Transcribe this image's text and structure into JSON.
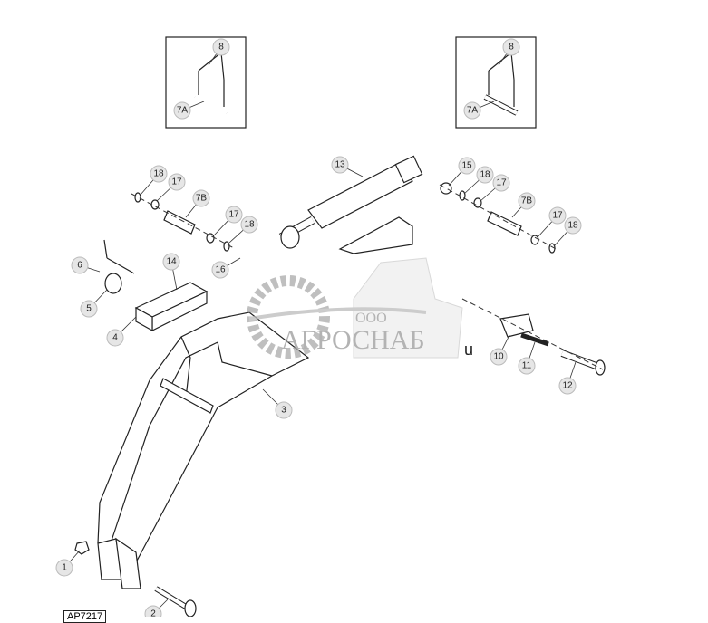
{
  "diagram": {
    "reference_code": "AP7217",
    "callouts": [
      "8",
      "7A",
      "8",
      "7A",
      "13",
      "15",
      "18",
      "17",
      "7B",
      "17",
      "18",
      "18",
      "17",
      "7B",
      "17",
      "18",
      "16",
      "14",
      "6",
      "5",
      "4",
      "3",
      "10",
      "11",
      "12",
      "1",
      "2"
    ],
    "watermark": {
      "prefix": "ООО",
      "name": "АГРОСНАБ",
      "suffix": "u"
    },
    "colors": {
      "callout_fill": "#e6e6e6",
      "line": "#222222",
      "watermark": "#9a9a9a"
    }
  }
}
